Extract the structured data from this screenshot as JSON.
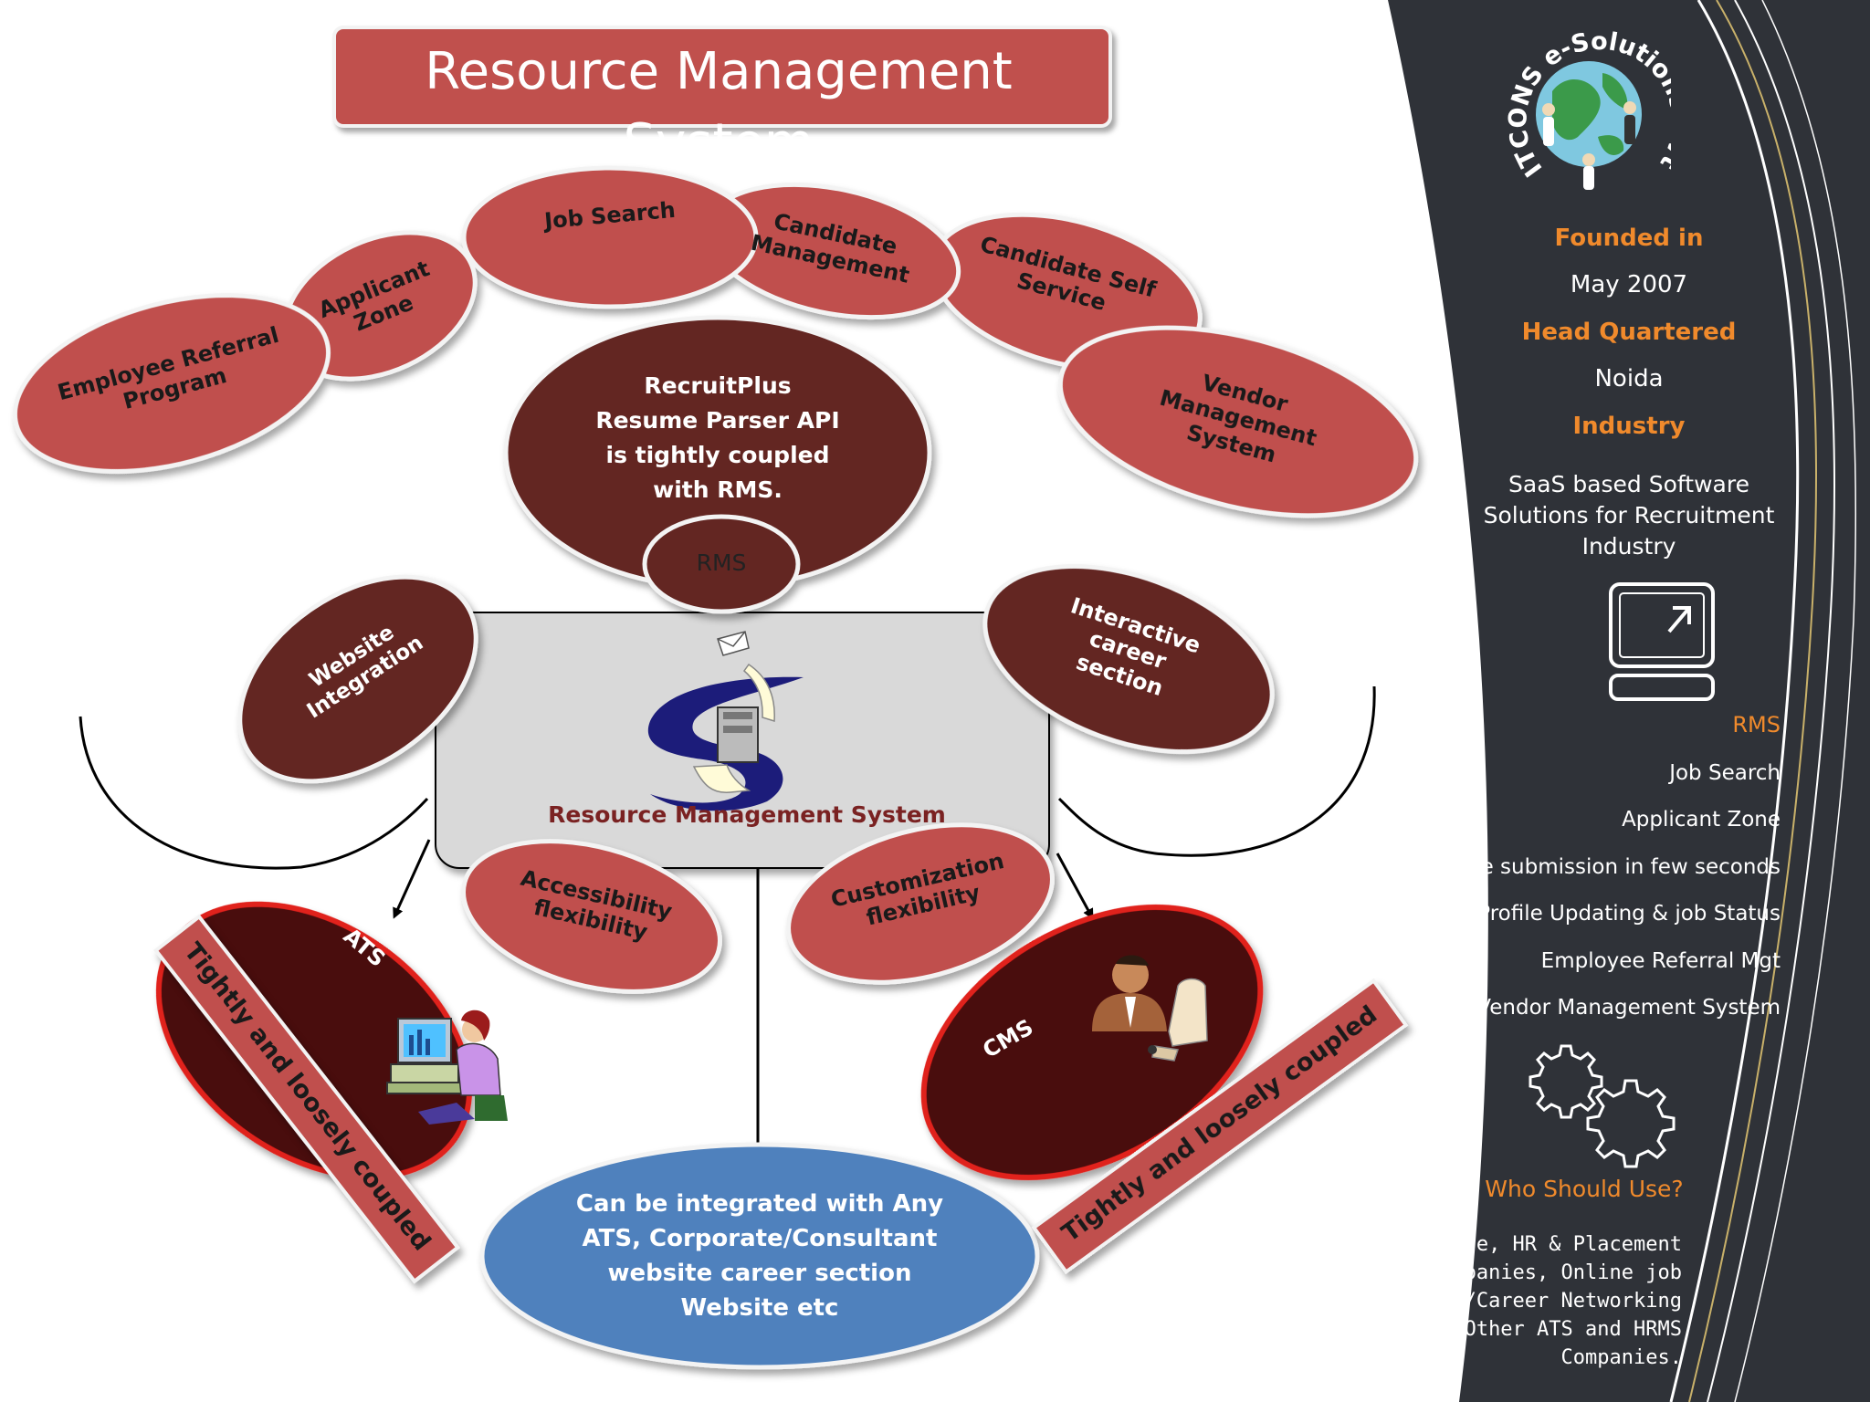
{
  "title": "Resource Management System",
  "top_bubbles": [
    "Employee Referral Program",
    "Applicant Zone",
    "Job Search",
    "Candidate Management",
    "Candidate Self Service",
    "Vendor Management System"
  ],
  "center_bubble": "RecruitPlus Resume Parser API is tightly coupled with RMS.",
  "rms_label": "RMS",
  "center_box_label": "Resource Management System",
  "website_integration": "Website Integration",
  "interactive_career": "Interactive career section",
  "accessibility": "Accessibility flexibility",
  "customization": "Customization flexibility",
  "ats": "ATS",
  "cms": "CMS",
  "coupled_left": "Tightly and loosely coupled",
  "coupled_right": "Tightly and loosely coupled",
  "integration_text": "Can be integrated with Any ATS, Corporate/Consultant website career section Website etc",
  "sidebar": {
    "company_logo_text": "ITCONS e-Solutions Pvt Ltd",
    "founded_label": "Founded in",
    "founded_value": "May 2007",
    "hq_label": "Head Quartered",
    "hq_value": "Noida",
    "industry_label": "Industry",
    "industry_value": "SaaS based Software Solutions for Recruitment Industry",
    "rms_label": "RMS",
    "rms_features": [
      "Job Search",
      "Applicant Zone",
      "Profile submission in few seconds",
      "Profile Updating & job Status",
      "Employee Referral Mgt",
      "Vendor Management System"
    ],
    "who_label": "Who Should Use?",
    "who_value": "Corporate, HR & Placement companies, Online job portals/Career Networking sites, Other ATS and HRMS Companies."
  },
  "colors": {
    "bubble_red": "#c0504d",
    "dark_maroon": "#632523",
    "sidebar_bg": "#2f3238",
    "accent_orange": "#f08a2c",
    "blue_ellipse": "#4f81bd"
  }
}
